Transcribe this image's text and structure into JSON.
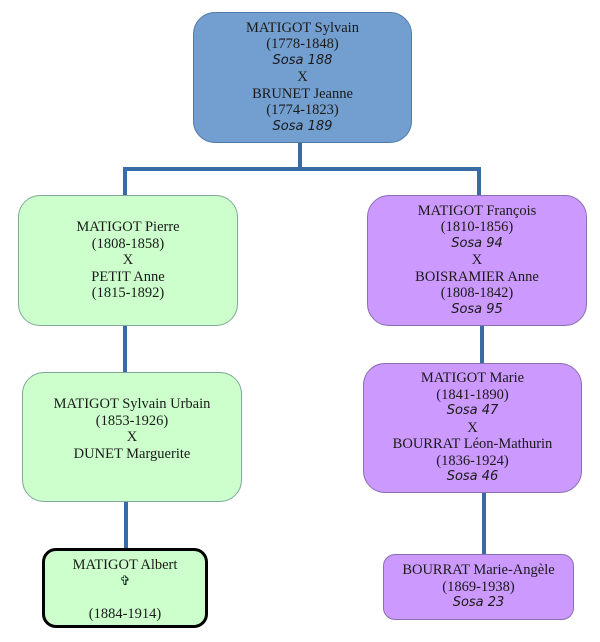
{
  "diagram": {
    "type": "genealogy-descendant-chart",
    "colors": {
      "root": "#729fcf",
      "left_branch": "#ccffcc",
      "right_branch": "#cc99ff",
      "connector": "#3a6ba5",
      "highlight_border": "#000000"
    },
    "root": {
      "person1": {
        "name": "MATIGOT Sylvain",
        "dates": "(1778-1848)",
        "sosa": "Sosa 188"
      },
      "separator": "X",
      "person2": {
        "name": "BRUNET Jeanne",
        "dates": "(1774-1823)",
        "sosa": "Sosa 189"
      }
    },
    "left": [
      {
        "person1": {
          "name": "MATIGOT Pierre",
          "dates": "(1808-1858)"
        },
        "separator": "X",
        "person2": {
          "name": "PETIT Anne",
          "dates": "(1815-1892)"
        }
      },
      {
        "person1": {
          "name": "MATIGOT Sylvain Urbain",
          "dates": "(1853-1926)"
        },
        "separator": "X",
        "person2": {
          "name": "DUNET Marguerite"
        }
      },
      {
        "person1": {
          "name": "MATIGOT Albert",
          "death_symbol": "✞",
          "dates": "(1884-1914)"
        }
      }
    ],
    "right": [
      {
        "person1": {
          "name": "MATIGOT François",
          "dates": "(1810-1856)",
          "sosa": "Sosa 94"
        },
        "separator": "X",
        "person2": {
          "name": "BOISRAMIER Anne",
          "dates": "(1808-1842)",
          "sosa": "Sosa 95"
        }
      },
      {
        "person1": {
          "name": "MATIGOT Marie",
          "dates": "(1841-1890)",
          "sosa": "Sosa 47"
        },
        "separator": "X",
        "person2": {
          "name": "BOURRAT Léon-Mathurin",
          "dates": "(1836-1924)",
          "sosa": "Sosa 46"
        }
      },
      {
        "person1": {
          "name": "BOURRAT Marie-Angèle",
          "dates": "(1869-1938)",
          "sosa": "Sosa 23"
        }
      }
    ]
  }
}
